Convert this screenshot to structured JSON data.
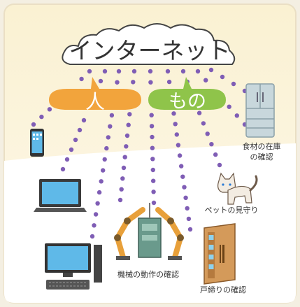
{
  "cloud": {
    "label": "インターネット"
  },
  "bubbles": {
    "people": "人",
    "things": "もの"
  },
  "labels": {
    "fridge_line1": "食材の在庫",
    "fridge_line2": "の確認",
    "pet": "ペットの見守り",
    "robot": "機械の動作の確認",
    "door": "戸締りの確認"
  },
  "colors": {
    "background_top": "#f9f0d4",
    "panel": "#ffffff",
    "border": "#e7dcc0",
    "dots": "#7f5db5",
    "people_bubble": "#f2a43c",
    "things_bubble": "#8fc44a",
    "cloud_stroke": "#444444"
  },
  "icons": [
    "smartphone-icon",
    "laptop-icon",
    "desktop-pc-icon",
    "robot-arm-icon",
    "refrigerator-icon",
    "cat-icon",
    "door-icon"
  ]
}
